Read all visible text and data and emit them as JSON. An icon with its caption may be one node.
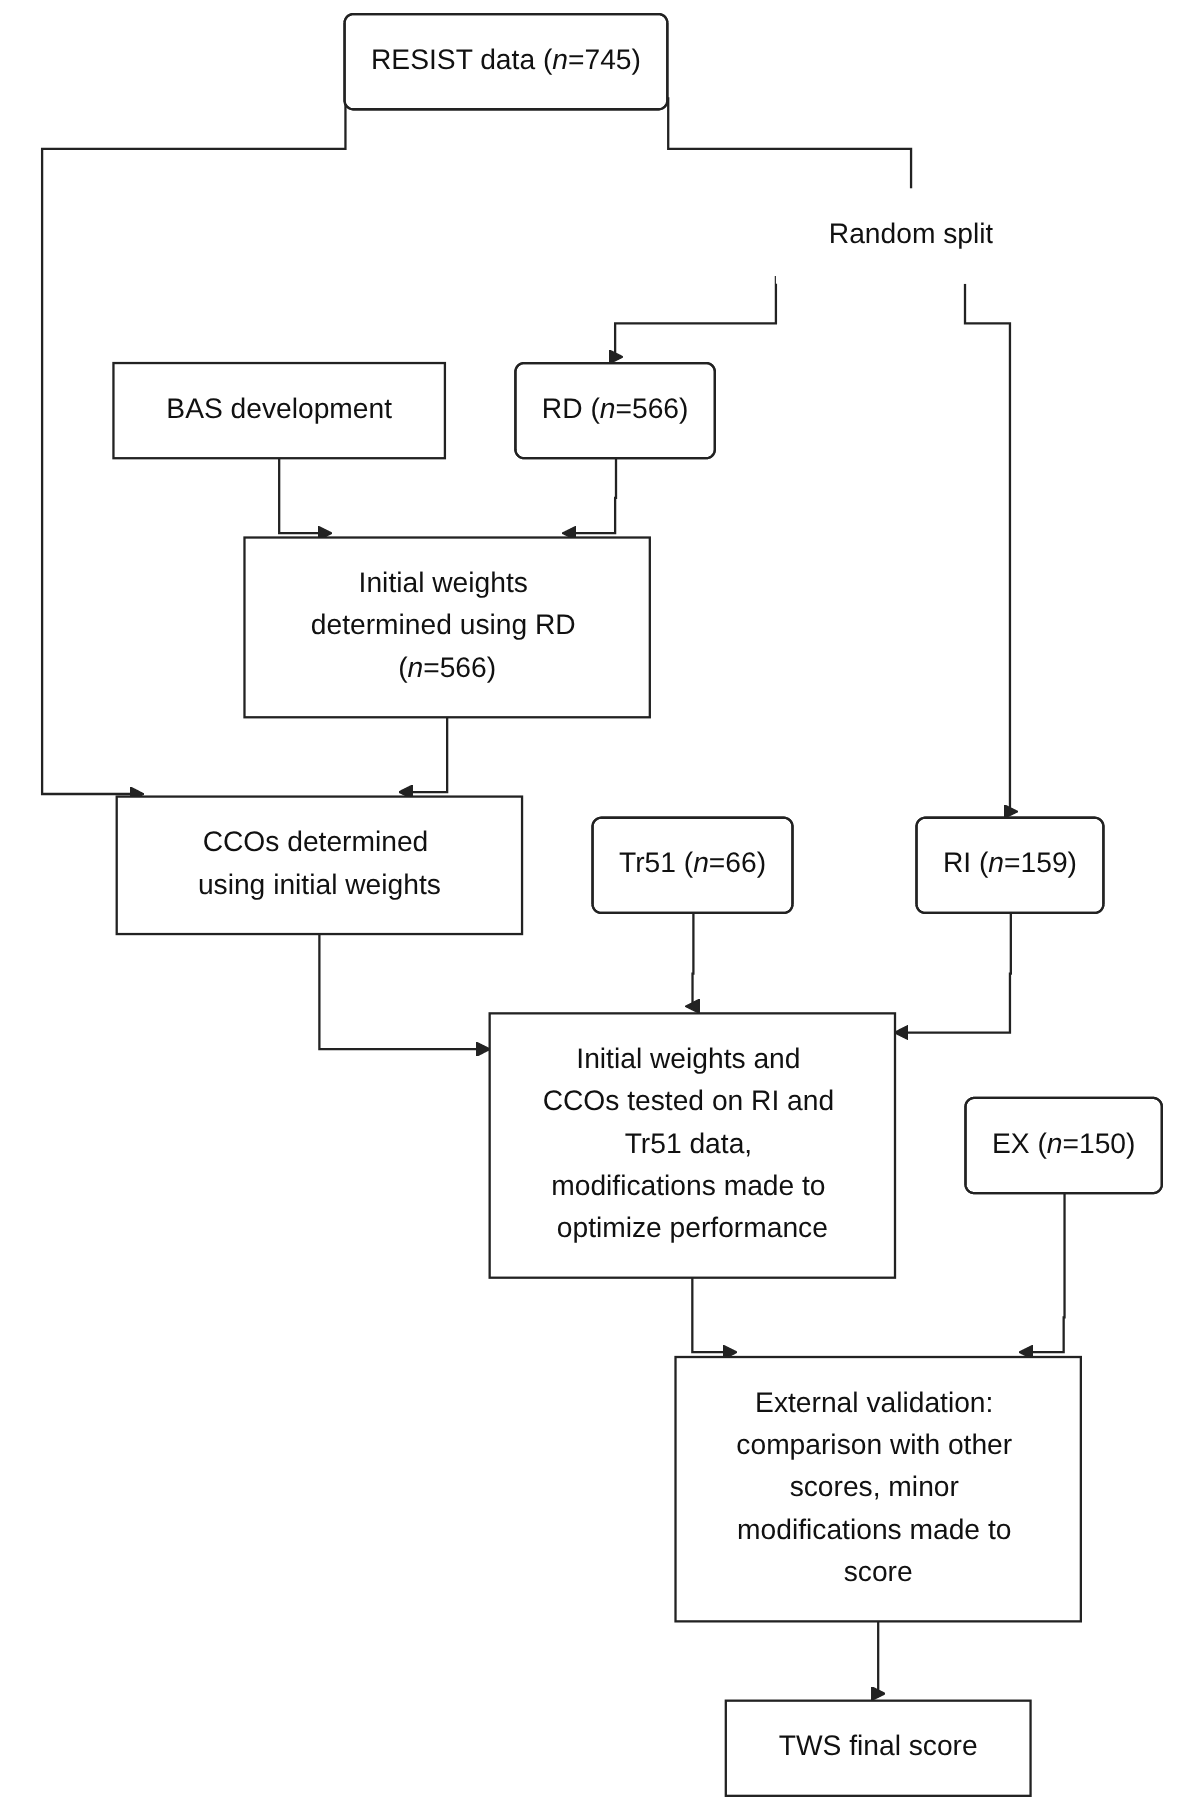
{
  "diagram": {
    "nodes": [
      {
        "text": [
          "BAS development"
        ]
      },
      {
        "text": [
          "Initial weights determined using RD (*n*=566)"
        ]
      },
      {
        "text": [
          "RESIST data (*n*=745)"
        ]
      },
      {
        "text": [
          "Random split"
        ]
      },
      {
        "text": [
          "RD (*n*=566)"
        ]
      },
      {
        "text": [
          "RI (*n*=159)"
        ]
      },
      {
        "text": [
          "CCOs determined using initial weights"
        ]
      },
      {
        "text": [
          "Tr51 (*n*=66)"
        ]
      },
      {
        "text": [
          "Initial weights and CCOs tested on RI and Tr51 data, modifications made to optimize performance"
        ]
      },
      {
        "text": [
          "External validation: comparison with other scores, minor modifications made to score"
        ]
      },
      {
        "text": [
          "EX (*n*=150)"
        ]
      },
      {
        "text": [
          "TWS final score"
        ]
      }
    ],
    "edges": [
      {
        "from": 0,
        "to": 1,
        "arrow": "to"
      },
      {
        "from": 2,
        "to": 3,
        "arrow": "none"
      },
      {
        "from": 3,
        "to": 4,
        "arrow": "to"
      },
      {
        "from": 3,
        "to": 5,
        "arrow": "to"
      },
      {
        "from": 4,
        "to": 1,
        "arrow": "to"
      },
      {
        "from": 2,
        "to": 6,
        "arrow": "to"
      },
      {
        "from": 1,
        "to": 6,
        "arrow": "to"
      },
      {
        "from": 6,
        "to": 8,
        "arrow": "to"
      },
      {
        "from": 7,
        "to": 8,
        "arrow": "to"
      },
      {
        "from": 5,
        "to": 8,
        "arrow": "to"
      },
      {
        "from": 8,
        "to": 9,
        "arrow": "to"
      },
      {
        "from": 10,
        "to": 9,
        "arrow": "to"
      },
      {
        "from": 9,
        "to": 11,
        "arrow": "to"
      }
    ]
  }
}
